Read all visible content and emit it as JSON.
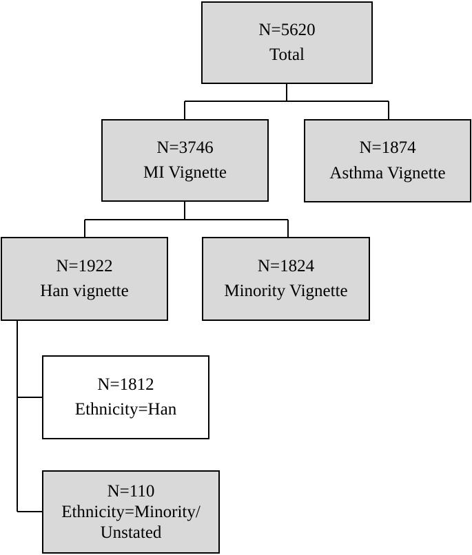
{
  "colors": {
    "shaded_fill": "#d9d9d9",
    "plain_fill": "#ffffff",
    "line": "#000000"
  },
  "nodes": {
    "total": {
      "count": "N=5620",
      "label": "Total"
    },
    "mi": {
      "count": "N=3746",
      "label": "MI Vignette"
    },
    "asthma": {
      "count": "N=1874",
      "label": "Asthma Vignette"
    },
    "han_vignette": {
      "count": "N=1922",
      "label": "Han vignette"
    },
    "minority_vignette": {
      "count": "N=1824",
      "label": "Minority Vignette"
    },
    "ethnicity_han": {
      "count": "N=1812",
      "label": "Ethnicity=Han"
    },
    "ethnicity_minority": {
      "count": "N=110",
      "label_line1": "Ethnicity=Minority/",
      "label_line2": "Unstated"
    }
  }
}
